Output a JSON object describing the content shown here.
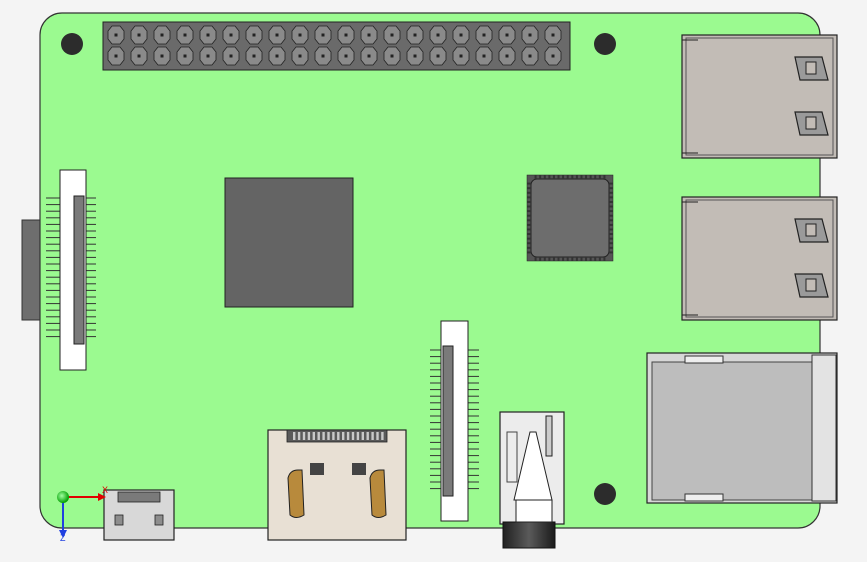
{
  "viewport": {
    "background": "#f4f4f4"
  },
  "board": {
    "color": "#9bfa90",
    "outline": "#333333"
  },
  "components": {
    "gpio_header": {
      "name": "gpio-header",
      "pins_per_row": 20,
      "rows": 2
    },
    "soc_chip": {
      "name": "soc-chip",
      "color": "#646464"
    },
    "ic_chip": {
      "name": "qfn-chip",
      "color": "#6d6d6d"
    },
    "usb_ports": {
      "count": 2,
      "color": "#c2bcb6"
    },
    "ethernet_port": {
      "color": "#d7d7d7"
    },
    "hdmi_port": {
      "color": "#e8e0d4"
    },
    "audio_jack": {
      "color": "#ececec"
    },
    "micro_usb": {
      "color": "#d8d8d8"
    },
    "display_connector": {
      "color": "#ffffff"
    },
    "camera_connector": {
      "color": "#ffffff"
    }
  },
  "triad": {
    "x_label": "X",
    "z_label": "Z",
    "x_color": "#e00000",
    "y_color": "#00b000",
    "z_color": "#2040e0"
  }
}
